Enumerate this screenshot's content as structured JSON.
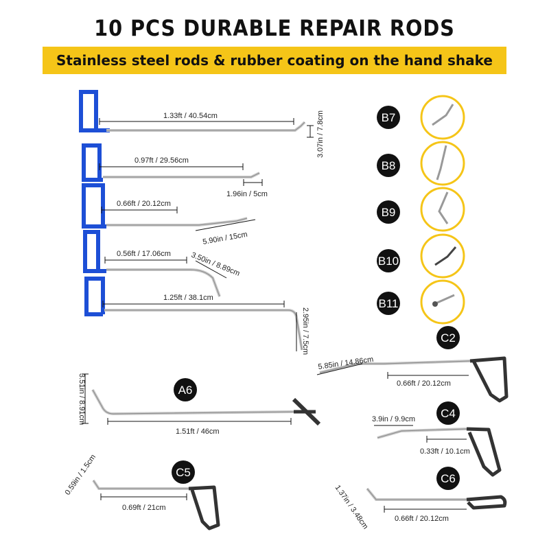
{
  "title": "10 PCS DURABLE REPAIR RODS",
  "subtitle": "Stainless steel rods & rubber coating on the hand shake",
  "colors": {
    "banner": "#f5c518",
    "handle_blue": "#1d4fd6",
    "steel": "#c8c8c8",
    "tip_ring": "#f5c518",
    "dark_handle": "#333333"
  },
  "dims": {
    "r1_len": "1.33ft / 40.54cm",
    "r1_tip": "3.07in / 7.8cm",
    "r2_len": "0.97ft / 29.56cm",
    "r2_tip": "1.96in / 5cm",
    "r3_len": "0.66ft / 20.12cm",
    "r3_tip": "5.90in / 15cm",
    "r4_len": "0.56ft / 17.06cm",
    "r4_tip": "3.50in / 8.89cm",
    "r5_len": "1.25ft / 38.1cm",
    "r5_tip": "2.95in / 7.5cm",
    "a6_len": "1.51ft / 46cm",
    "a6_tip": "3.51in / 8.91cm",
    "c2_tip": "5.85in / 14.86cm",
    "c2_len": "0.66ft / 20.12cm",
    "c4_tip": "3.9in / 9.9cm",
    "c4_len": "0.33ft / 10.1cm",
    "c5_tip": "0.59in / 1.5cm",
    "c5_len": "0.69ft / 21cm",
    "c6_tip": "1.37in / 3.48cm",
    "c6_len": "0.66ft / 20.12cm"
  },
  "badges": {
    "b7": "B7",
    "b8": "B8",
    "b9": "B9",
    "b10": "B10",
    "b11": "B11",
    "a6": "A6",
    "c2": "C2",
    "c4": "C4",
    "c5": "C5",
    "c6": "C6"
  }
}
